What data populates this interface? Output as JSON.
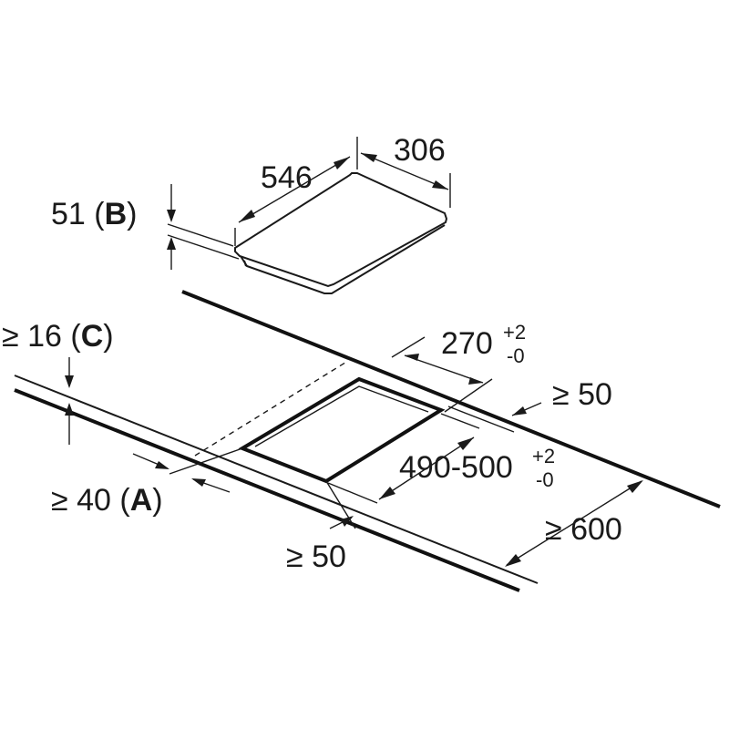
{
  "labels": {
    "depth_546": "546",
    "width_306": "306",
    "height_51": "51 (",
    "height_51_key": "B",
    "height_51_close": ")",
    "worktop_16": "≥ 16 (",
    "worktop_16_key": "C",
    "worktop_16_close": ")",
    "cutout_270_base": "270",
    "cutout_270_tol_plus": "+2",
    "cutout_270_tol_minus": "-0",
    "wall_50": "≥ 50",
    "cutout_490_base": "490-500",
    "cutout_490_tol_plus": "+2",
    "cutout_490_tol_minus": "-0",
    "front_40": "≥ 40 (",
    "front_40_key": "A",
    "front_40_close": ")",
    "side_50": "≥ 50",
    "depth_600": "≥ 600"
  }
}
